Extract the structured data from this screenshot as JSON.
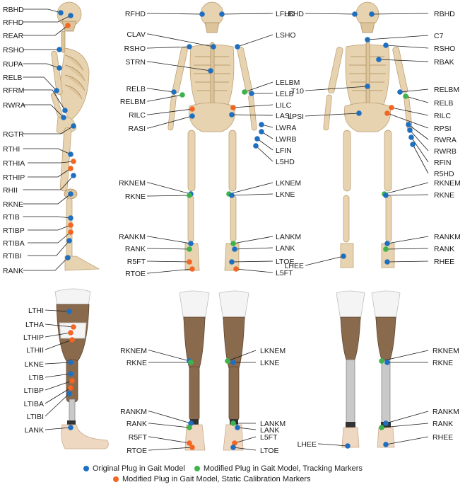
{
  "colors": {
    "original": "#1f6fc1",
    "tracking": "#3cb44b",
    "static": "#f26522"
  },
  "legend": {
    "original": "Original Plug in Gait Model",
    "tracking": "Modified Plug in Gait Model, Tracking Markers",
    "static": "Modified Plug in Gait Model, Static Calibration Markers"
  },
  "labels": {
    "side_skeleton": [
      "RBHD",
      "RFHD",
      "REAR",
      "RSHO",
      "RUPA",
      "RELB",
      "RFRM",
      "RWRA",
      "RGTR",
      "RTHI",
      "RTHIA",
      "RTHIP",
      "RHII",
      "RKNE",
      "RTIB",
      "RTIBP",
      "RTIBA",
      "RTIBI",
      "RANK"
    ],
    "front_skeleton_left": [
      "RFHD",
      "CLAV",
      "RSHO",
      "STRN",
      "RELB",
      "RELBM",
      "RILC",
      "RASI",
      "RKNEM",
      "RKNE",
      "RANKM",
      "RANK",
      "R5FT",
      "RTOE"
    ],
    "front_skeleton_right": [
      "LFHD",
      "LSHO",
      "LELBM",
      "LELB",
      "LILC",
      "LASI",
      "LWRA",
      "LWRB",
      "LFIN",
      "L5HD",
      "LKNEM",
      "LKNE",
      "LANKM",
      "LANK",
      "LTOE",
      "L5FT"
    ],
    "back_skeleton_left": [
      "LBHD",
      "T10",
      "LPSI",
      "LHEE"
    ],
    "back_skeleton_right": [
      "RBHD",
      "C7",
      "RSHO",
      "RBAK",
      "RELBM",
      "RELB",
      "RILC",
      "RPSI",
      "RWRA",
      "RWRB",
      "RFIN",
      "R5HD",
      "RKNEM",
      "RKNE",
      "RANKM",
      "RANK",
      "RHEE"
    ],
    "side_prosthesis": [
      "LTHI",
      "LTHA",
      "LTHIP",
      "LTHII",
      "LKNE",
      "LTIB",
      "LTIBP",
      "LTIBA",
      "LTIBI",
      "LANK"
    ],
    "front_prosthesis_left": [
      "RKNEM",
      "RKNE",
      "RANKM",
      "RANK",
      "R5FT",
      "RTOE"
    ],
    "front_prosthesis_right": [
      "LKNEM",
      "LKNE",
      "LANKM",
      "LANK",
      "L5FT",
      "LTOE"
    ],
    "back_prosthesis_left": [
      "LHEE"
    ],
    "back_prosthesis_right": [
      "RKNEM",
      "RKNE",
      "RANKM",
      "RANK",
      "RHEE"
    ]
  }
}
